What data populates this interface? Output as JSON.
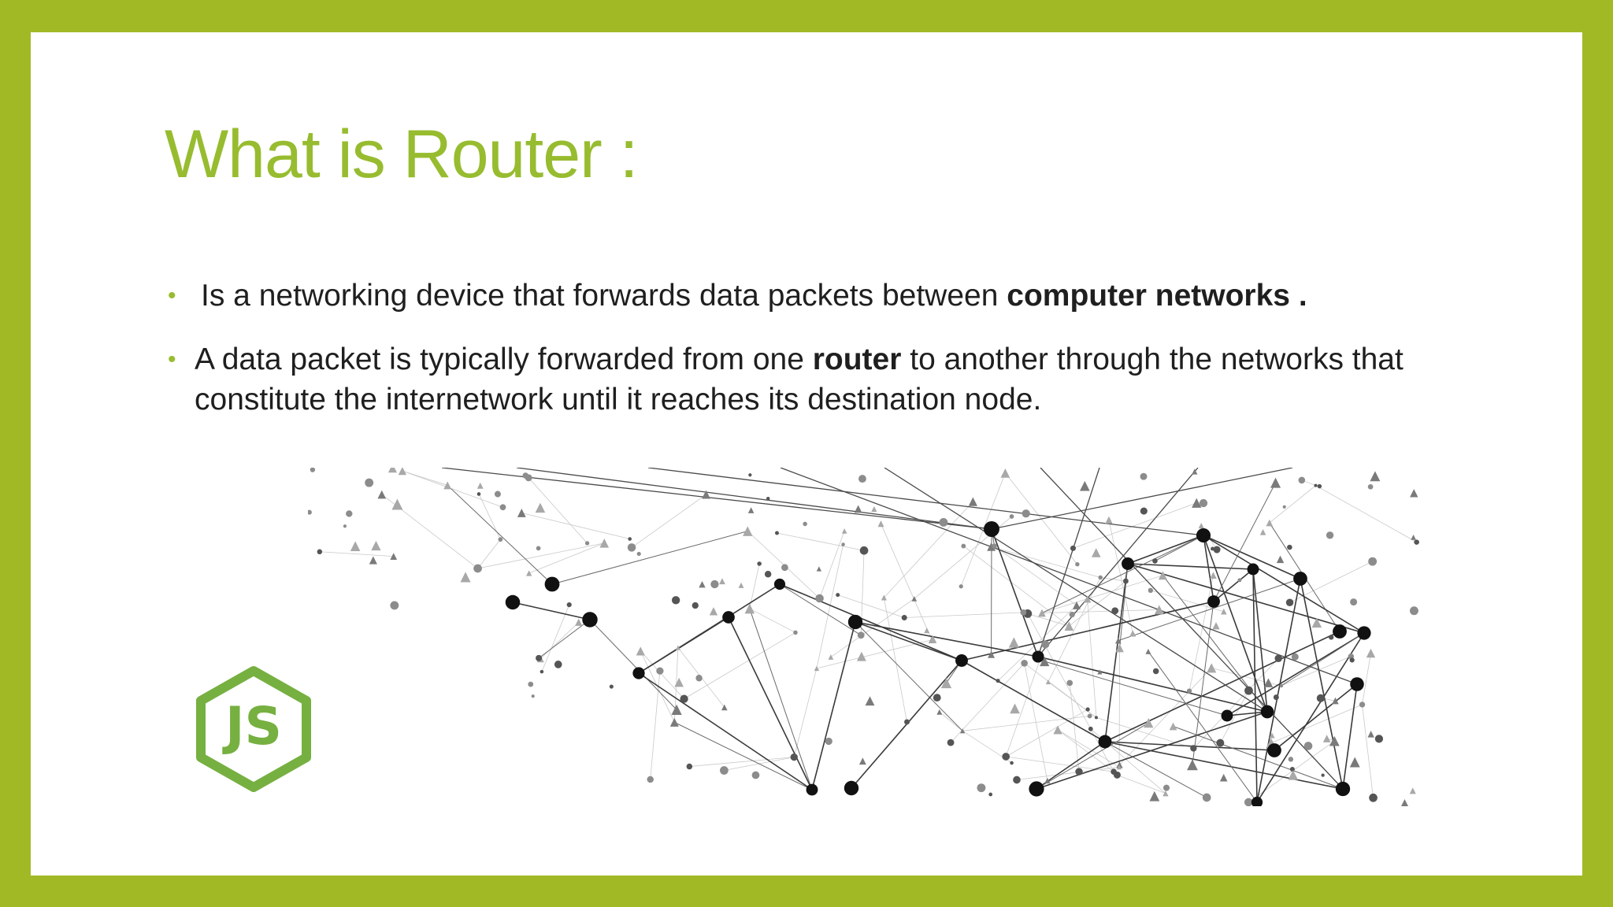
{
  "slide": {
    "title": "What is Router :",
    "bullets": [
      {
        "text_before": "Is a networking device that forwards data packets between ",
        "bold": "computer networks .",
        "text_after": ""
      },
      {
        "text_before": "A data packet is typically forwarded from one ",
        "bold": "router",
        "text_after": " to another through the networks that constitute the internetwork until it reaches its destination node."
      }
    ],
    "logo_text": "JS"
  },
  "colors": {
    "frame": "#a2b926",
    "accent": "#97bc2f",
    "logo": "#76b041",
    "text": "#1f1f1f"
  },
  "icons": {
    "logo": "nodejs-hexagon-logo",
    "bullet": "bullet-dot-icon",
    "image": "network-graph-image"
  }
}
